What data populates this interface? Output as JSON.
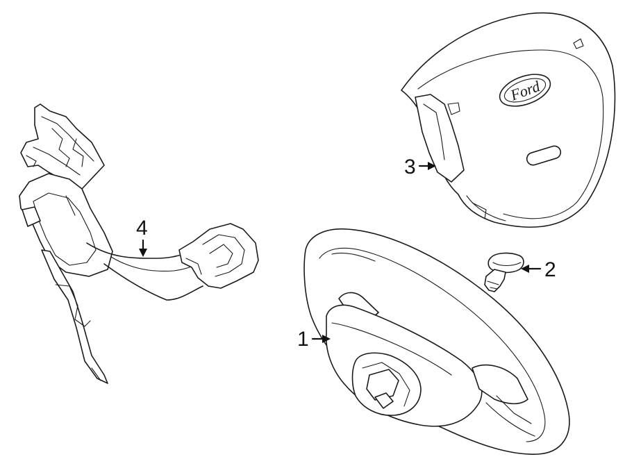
{
  "diagram": {
    "logo_text": "Ford",
    "callouts": [
      {
        "id": "1",
        "label": "1",
        "part": "steering-wheel"
      },
      {
        "id": "2",
        "label": "2",
        "part": "retaining-clip"
      },
      {
        "id": "3",
        "label": "3",
        "part": "airbag-module"
      },
      {
        "id": "4",
        "label": "4",
        "part": "clock-spring-harness"
      }
    ]
  }
}
